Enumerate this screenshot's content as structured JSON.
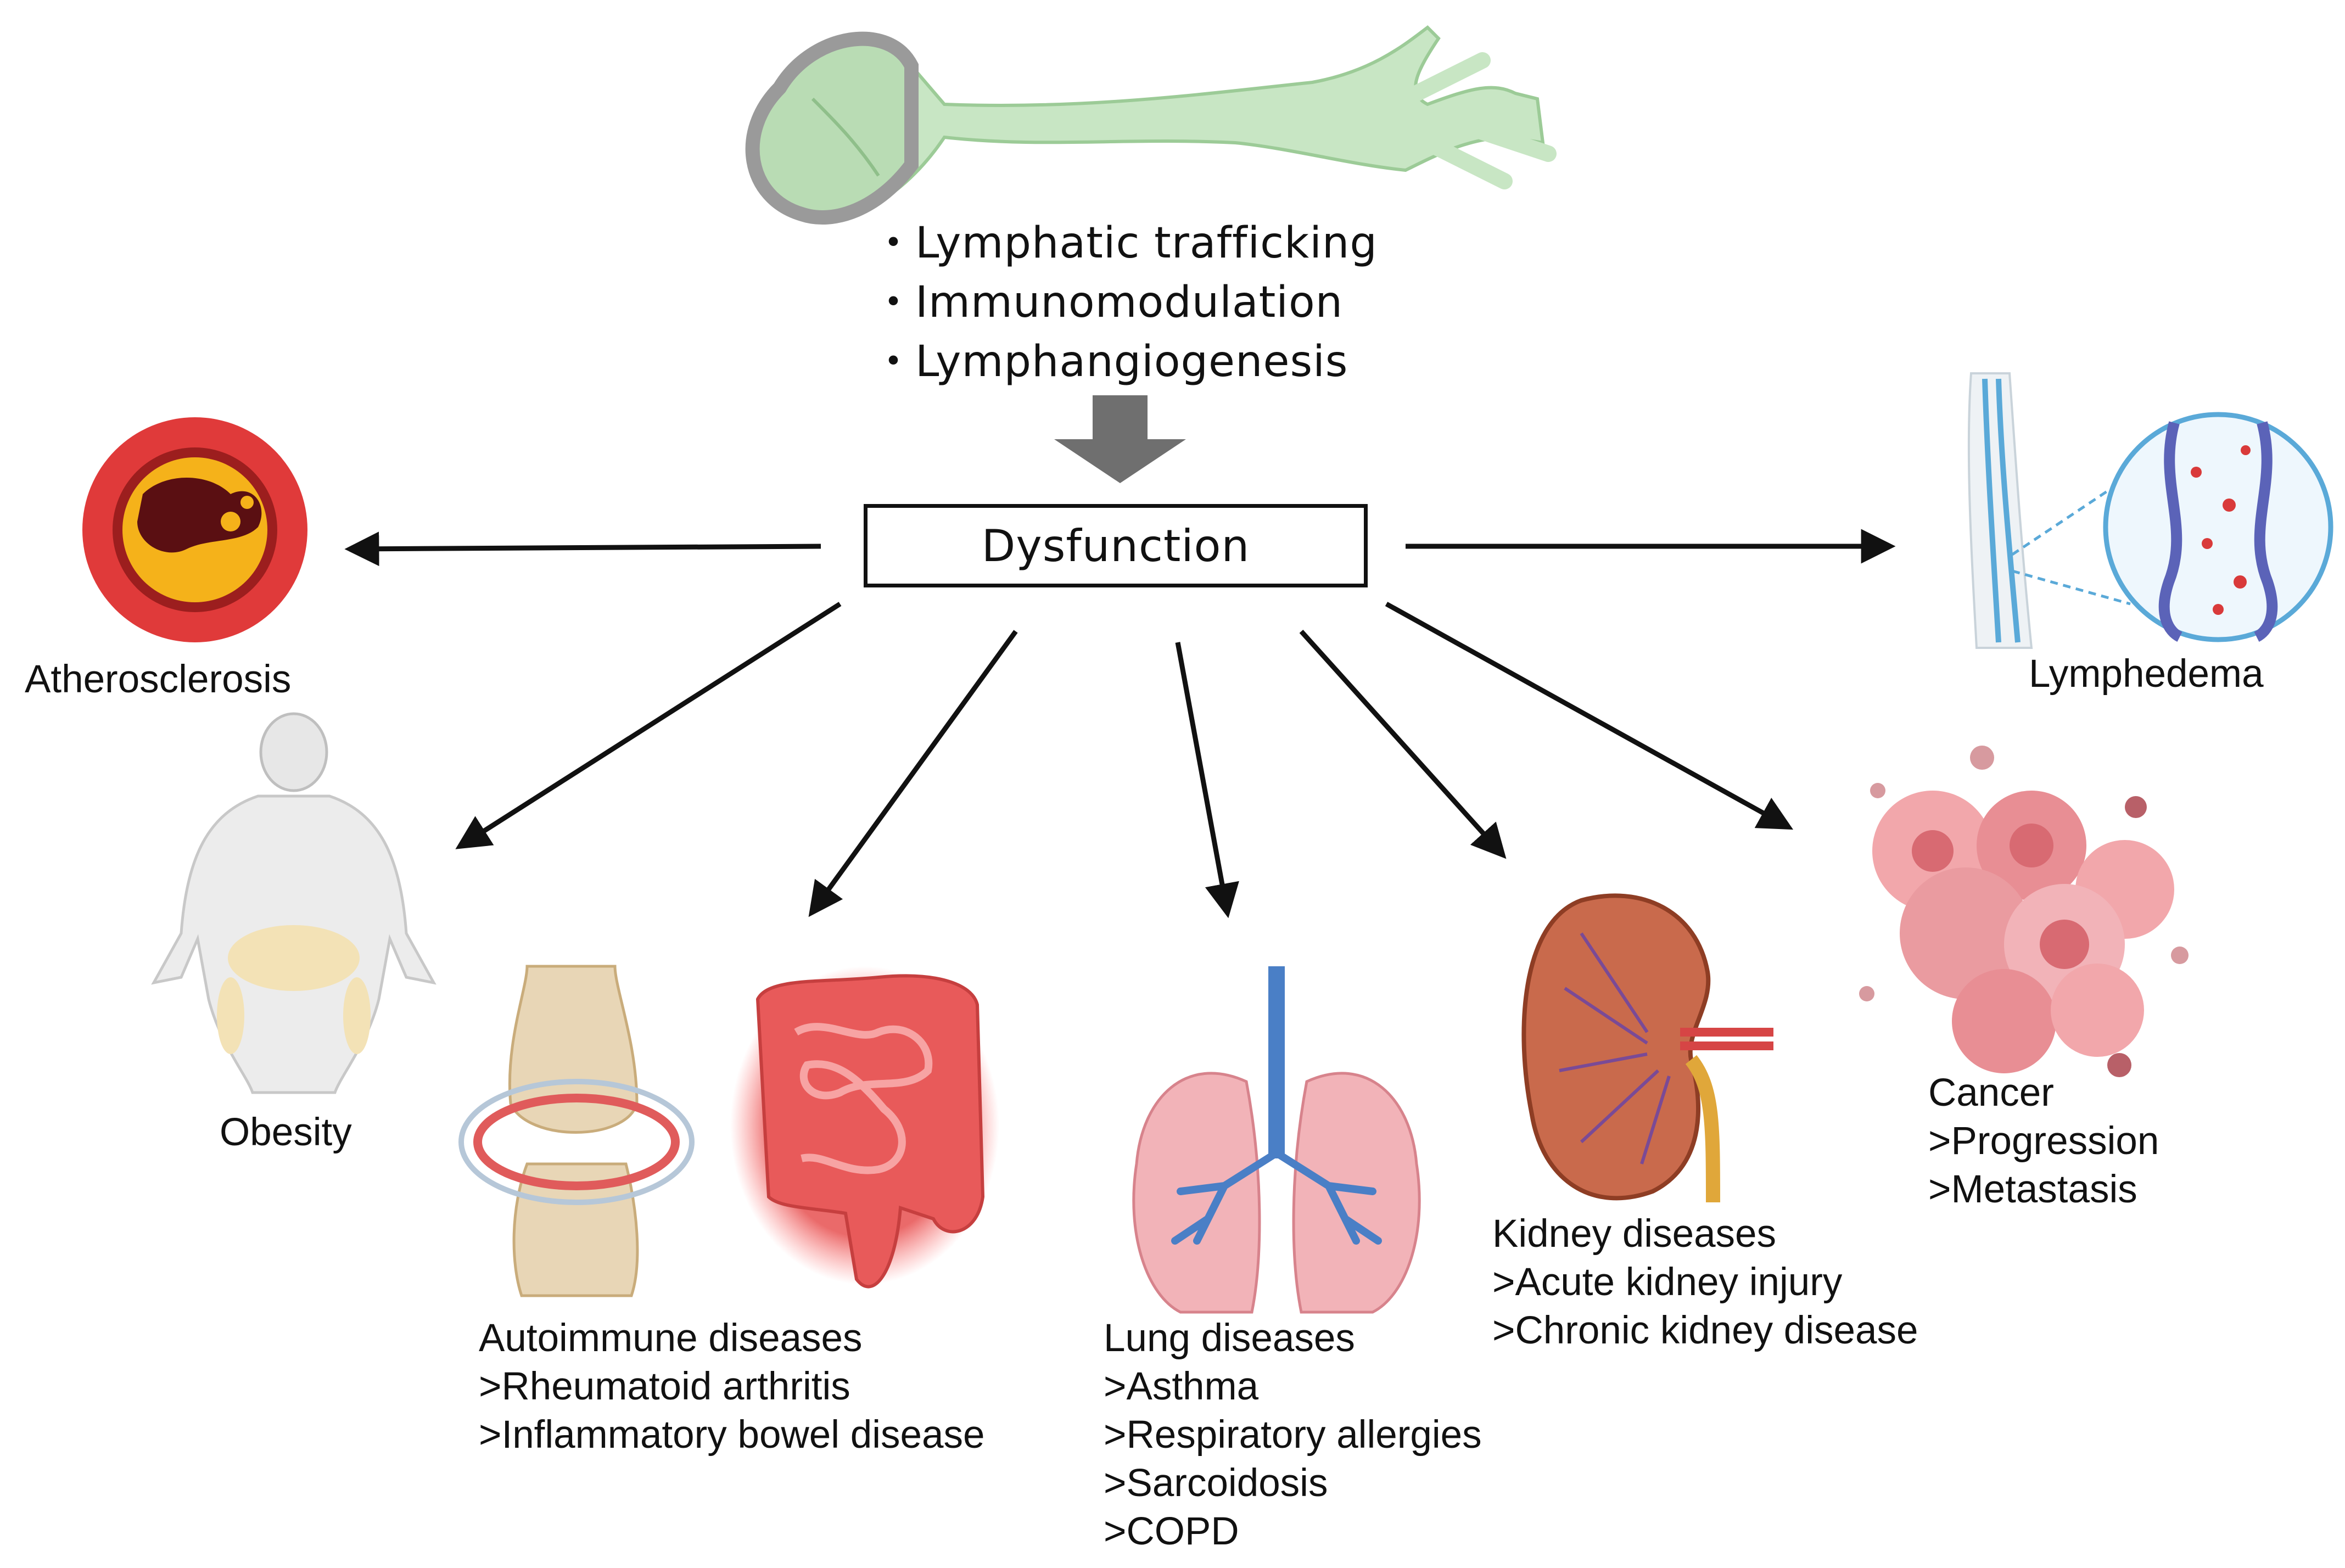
{
  "mechanisms": {
    "bullet": "・",
    "items": [
      "Lymphatic trafficking",
      "Immunomodulation",
      "Lymphangiogenesis"
    ]
  },
  "center_box": {
    "label": "Dysfunction"
  },
  "diseases": {
    "atherosclerosis": {
      "title": "Atherosclerosis"
    },
    "lymphedema": {
      "title": "Lymphedema"
    },
    "obesity": {
      "title": "Obesity"
    },
    "autoimmune": {
      "title": "Autoimmune diseases",
      "items": [
        ">Rheumatoid arthritis",
        ">Inflammatory bowel disease"
      ]
    },
    "lung": {
      "title": "Lung diseases",
      "items": [
        ">Asthma",
        ">Respiratory allergies",
        ">Sarcoidosis",
        ">COPD"
      ]
    },
    "kidney": {
      "title": "Kidney diseases",
      "items": [
        ">Acute kidney injury",
        ">Chronic kidney disease"
      ]
    },
    "cancer": {
      "title": "Cancer",
      "items": [
        ">Progression",
        ">Metastasis"
      ]
    }
  },
  "colors": {
    "vessel_green": "#c8e6c4",
    "arrow_gray": "#6f6f6f",
    "artery_red": "#e03a3a",
    "plaque_yellow": "#f5b21a",
    "tissue_pink": "#f2b3b8",
    "intestine_red": "#e85a5a",
    "airway_blue": "#4a7fc6",
    "kidney_brown": "#b8563a",
    "lymph_blue": "#5aa9d8"
  }
}
